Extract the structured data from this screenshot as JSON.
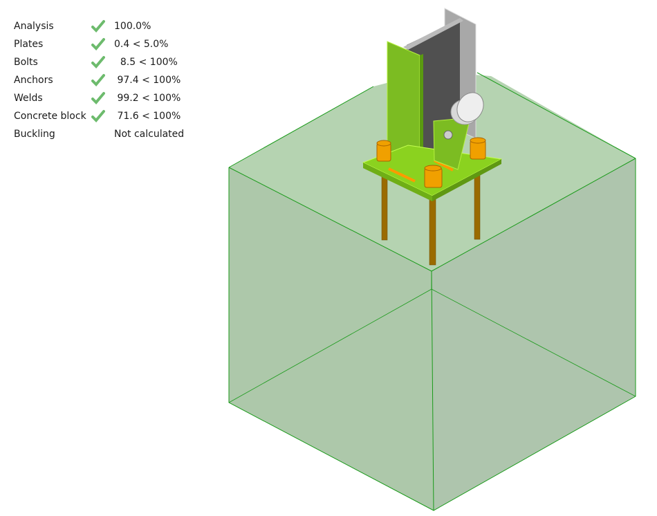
{
  "results": [
    {
      "label": "Analysis",
      "status": "ok",
      "value": "100.0%"
    },
    {
      "label": "Plates",
      "status": "ok",
      "value": "0.4 < 5.0%"
    },
    {
      "label": "Bolts",
      "status": "ok",
      "value": "  8.5 < 100%"
    },
    {
      "label": "Anchors",
      "status": "ok",
      "value": " 97.4 < 100%"
    },
    {
      "label": "Welds",
      "status": "ok",
      "value": " 99.2 < 100%"
    },
    {
      "label": "Concrete block",
      "status": "ok",
      "value": " 71.6 < 100%"
    },
    {
      "label": "Buckling",
      "status": "none",
      "value": "Not calculated"
    }
  ],
  "colors": {
    "check": "#6dbb6d",
    "concrete": "#a9c9a6",
    "edge": "#1a9a1a",
    "plate": "#8bd21f",
    "bolt": "#e08a00",
    "column": "#4f4f4f"
  }
}
